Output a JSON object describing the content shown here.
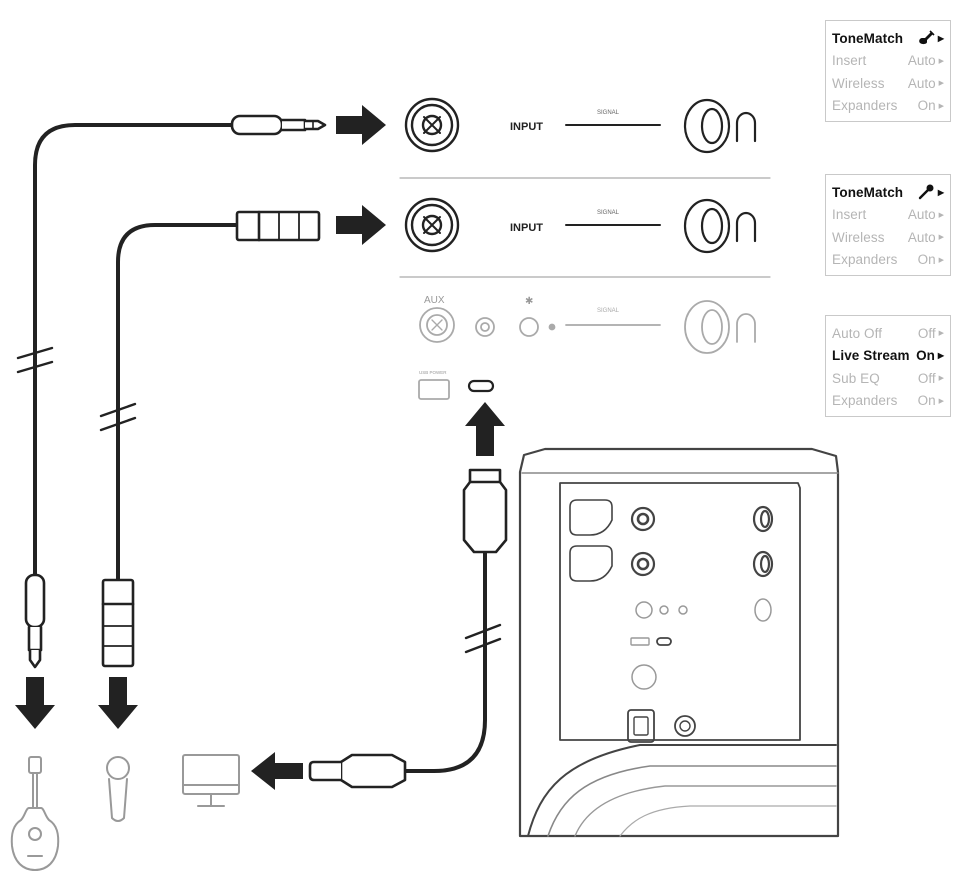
{
  "panel_tonematch_guitar": {
    "rows": [
      {
        "label": "ToneMatch",
        "value": "",
        "icon": "guitar-icon",
        "active": true
      },
      {
        "label": "Insert",
        "value": "Auto",
        "active": false
      },
      {
        "label": "Wireless",
        "value": "Auto",
        "active": false
      },
      {
        "label": "Expanders",
        "value": "On",
        "active": false
      }
    ]
  },
  "panel_tonematch_mic": {
    "rows": [
      {
        "label": "ToneMatch",
        "value": "",
        "icon": "microphone-icon",
        "active": true
      },
      {
        "label": "Insert",
        "value": "Auto",
        "active": false
      },
      {
        "label": "Wireless",
        "value": "Auto",
        "active": false
      },
      {
        "label": "Expanders",
        "value": "On",
        "active": false
      }
    ]
  },
  "panel_system": {
    "rows": [
      {
        "label": "Auto Off",
        "value": "Off",
        "active": false
      },
      {
        "label": "Live Stream",
        "value": "On",
        "active": true
      },
      {
        "label": "Sub EQ",
        "value": "Off",
        "active": false
      },
      {
        "label": "Expanders",
        "value": "On",
        "active": false
      }
    ]
  },
  "channel_labels": {
    "input_1": "INPUT",
    "input_2": "INPUT",
    "signal_1": "SIGNAL",
    "signal_2": "SIGNAL",
    "signal_3": "SIGNAL",
    "aux": "AUX",
    "usb_power": "USB POWER",
    "bluetooth": "✱"
  },
  "colors": {
    "cable": "#222222",
    "panel_border": "#c9c9c9",
    "faded": "#b5b5b5",
    "active_text": "#111111"
  },
  "icons": [
    "guitar-icon",
    "microphone-icon",
    "monitor-icon",
    "arrow-right-icon",
    "arrow-down-icon",
    "arrow-up-icon",
    "arrow-left-icon",
    "speaker-icon",
    "xlr-jack-icon",
    "quarter-inch-plug-icon",
    "xlr-plug-icon",
    "usb-c-plug-icon"
  ]
}
